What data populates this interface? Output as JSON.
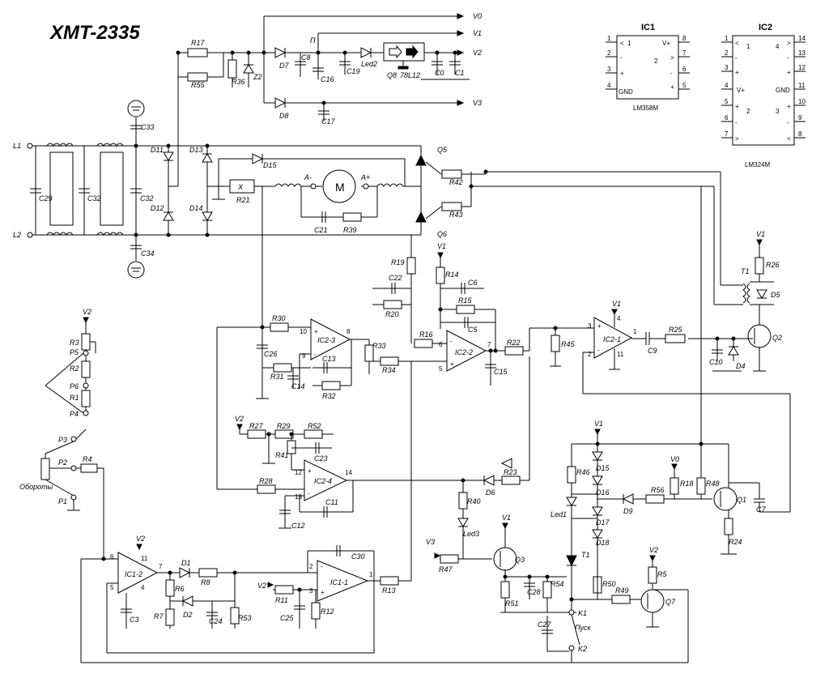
{
  "title": "XMT-2335",
  "ic1": {
    "name": "IC1",
    "part": "LM358M",
    "left_pins": [
      "1",
      "2",
      "3",
      "4"
    ],
    "right_pins": [
      "8",
      "7",
      "6",
      "5"
    ],
    "vplus": "V+",
    "gnd": "GND",
    "unit1": "1",
    "unit2": "2"
  },
  "ic2": {
    "name": "IC2",
    "part": "LM324M",
    "left_pins": [
      "1",
      "2",
      "3",
      "4",
      "5",
      "6",
      "7"
    ],
    "right_pins": [
      "14",
      "13",
      "12",
      "11",
      "10",
      "9",
      "8"
    ],
    "vplus": "V+",
    "gnd": "GND",
    "unit1": "1",
    "unit2": "2",
    "unit3": "3",
    "unit4": "4"
  },
  "rails": {
    "v0": "V0",
    "v1": "V1",
    "v2": "V2",
    "v3": "V3"
  },
  "misc": {
    "p_node": "П",
    "reg": "78L12",
    "connector_x": "X",
    "pot_label": "Обороты",
    "start_label": "Пуск"
  },
  "mains": {
    "l1": "L1",
    "l2": "L2"
  },
  "motor": {
    "a_minus": "A-",
    "a_plus": "A+",
    "m": "M"
  },
  "opamps": {
    "ic2_1": "IC2-1",
    "ic2_2": "IC2-2",
    "ic2_3": "IC2-3",
    "ic2_4": "IC2-4",
    "ic1_1": "IC1-1",
    "ic1_2": "IC1-2"
  }
}
